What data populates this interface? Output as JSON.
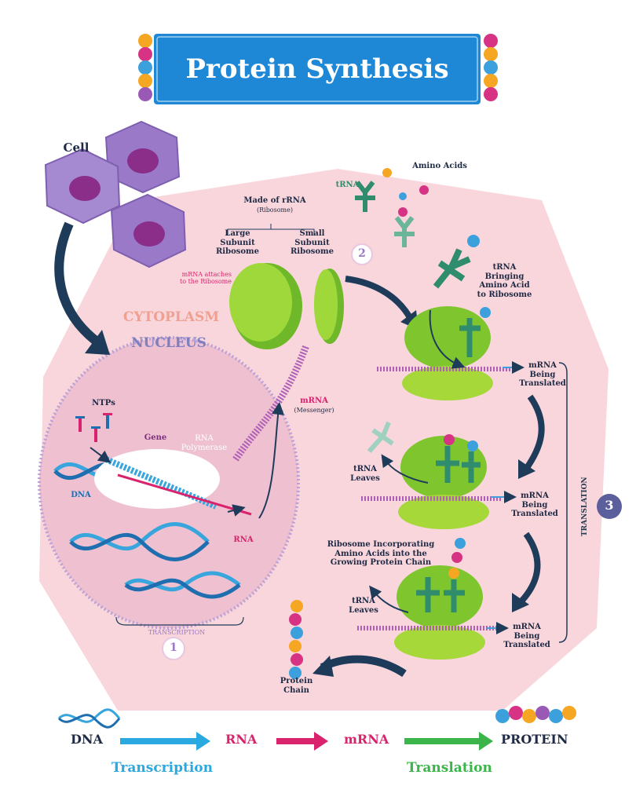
{
  "title": "Protein Synthesis",
  "labels": {
    "cell": "Cell",
    "cytoplasm": "CYTOPLASM",
    "nucleus": "NUCLEUS",
    "ntps": "NTPs",
    "gene": "Gene",
    "rna_polymerase": "RNA Polymerase",
    "dna": "DNA",
    "rna": "RNA",
    "mrna": "mRNA",
    "messenger": "(Messenger)",
    "made_of_rrna": "Made of rRNA",
    "ribosome_paren": "(Ribosome)",
    "large_subunit": "Large Subunit Ribosome",
    "small_subunit": "Small Subunit Ribosome",
    "mrna_attaches": "mRNA attaches to the Ribosome",
    "trna": "tRNA",
    "amino_acids": "Amino Acids",
    "trna_bringing": "tRNA Bringing Amino Acid to Ribosome",
    "mrna_translated_1": "mRNA Being Translated",
    "mrna_translated_2": "mRNA Being Translated",
    "mrna_translated_3": "mRNA Being Translated",
    "trna_leaves_1": "tRNA Leaves",
    "trna_leaves_2": "tRNA Leaves",
    "ribosome_incorporating": "Ribosome Incorporating Amino Acids into the Growing Protein Chain",
    "protein_chain": "Protein Chain",
    "transcription_caption": "TRANSCRIPTION",
    "translation_caption": "TRANSLATION",
    "step1": "1",
    "step2": "2",
    "step3": "3"
  },
  "flow": {
    "dna": "DNA",
    "rna": "RNA",
    "mrna": "mRNA",
    "protein": "PROTEIN",
    "transcription": "Transcription",
    "translation": "Translation"
  },
  "colors": {
    "title_blue": "#1e88d6",
    "navy": "#1f3b5a",
    "pink_bg": "#f9d6dc",
    "nucleus_fill": "#eec0d0",
    "cell_purple": "#9b79c9",
    "ribosome_green": "#8ccf2e",
    "trna_teal": "#2f8c6c",
    "mrna_magenta": "#c8306e",
    "dna_blue": "#38a6dc",
    "transcription_blue": "#2aa8e0",
    "translation_green": "#3bb54a",
    "rna_magenta": "#d9246d",
    "translation_text": "#2e3b4e"
  }
}
